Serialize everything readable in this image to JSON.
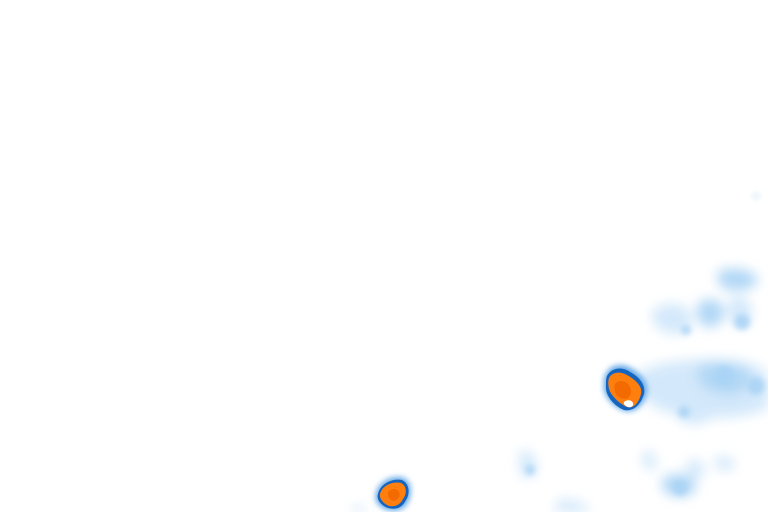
{
  "map": {
    "type": "radar-precipitation-overlay",
    "palette": {
      "background": "#ffffff",
      "light_precip": "#cfe6fa",
      "light_precip_mid": "#a9d3f5",
      "moderate_precip": "#7fbbee",
      "heavy_edge": "#1565c0",
      "heavy_edge_light": "#64a8e8",
      "intense_core": "#ff7f0e",
      "intense_core_dark": "#f36a00"
    },
    "cells": [
      {
        "id": "cell-east",
        "intensity": "intense"
      },
      {
        "id": "cell-south",
        "intensity": "intense"
      }
    ]
  }
}
